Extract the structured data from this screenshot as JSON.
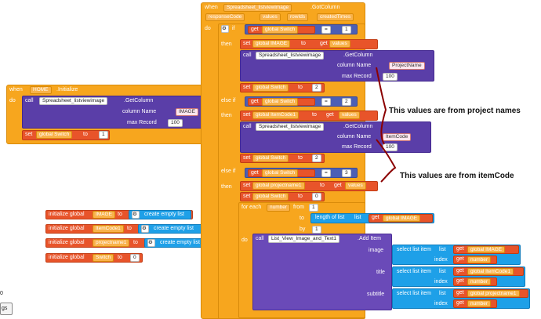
{
  "event": {
    "when": "when",
    "component": "Spreadsheet_listviewimage",
    "event_name": ".GotColumn",
    "params": [
      "responseCode",
      "values",
      "rowIds",
      "createdTimes"
    ],
    "do": "do"
  },
  "if_block": {
    "if": "if",
    "then": "then",
    "else_if": "else if",
    "op_eq": "=",
    "get": "get",
    "set": "set",
    "to": "to",
    "call": "call",
    "column_label": ".GetColumn",
    "column_name_label": "column Name",
    "max_record_label": "max Record"
  },
  "branch1": {
    "cond_var": "global Switch",
    "cond_value": "1",
    "set_var": "global IMAGE",
    "get_var": "values",
    "call_component": "Spreadsheet_listviewimage",
    "column_name": "ProjectName",
    "max_record": "100",
    "switch_var": "global Switch",
    "switch_value": "2"
  },
  "branch2": {
    "cond_var": "global Switch",
    "cond_value": "2",
    "set_var": "global ItemCode1",
    "get_var": "values",
    "call_component": "Spreadsheet_listviewimage",
    "column_name": "ItemCode",
    "max_record": "100",
    "switch_var": "global Switch",
    "switch_value": "2"
  },
  "branch3": {
    "cond_var": "global Switch",
    "cond_value": "3",
    "set_var": "global projectname1",
    "get_var": "values",
    "switch_var": "global Switch",
    "switch_value": "0"
  },
  "loop": {
    "for_each": "for each",
    "var": "number",
    "from": "from",
    "from_value": "1",
    "to": "to",
    "length_label": "length of list",
    "list": "list",
    "list_var": "global IMAGE",
    "by": "by",
    "by_value": "1"
  },
  "add_item": {
    "do": "do",
    "call": "call",
    "component": "List_View_Image_and_Text1",
    "method": ".Add Item",
    "image_label": "image",
    "title_label": "title",
    "subtitle_label": "subtitle",
    "select_label": "select list item",
    "list_label": "list",
    "index_label": "index",
    "image_var": "global IMAGE",
    "title_var": "global ItemCode1",
    "subtitle_var": "global projectname1",
    "index_var": "number"
  },
  "home": {
    "when": "when",
    "component": "HOME",
    "event_name": ".Initialize",
    "do": "do",
    "call": "call",
    "call_component": "Spreadsheet_listviewimage",
    "method": ".GetColumn",
    "column_name_label": "column Name",
    "column_name": "IMAGE",
    "max_record_label": "max Record",
    "max_record": "100",
    "set": "set",
    "set_var": "global Switch",
    "to": "to",
    "value": "1"
  },
  "globals": [
    {
      "label": "initialize global",
      "name": "IMAGE",
      "to": "to",
      "value": "create empty list"
    },
    {
      "label": "initialize global",
      "name": "ItemCode1",
      "to": "to",
      "value": "create empty list"
    },
    {
      "label": "initialize global",
      "name": "projectname1",
      "to": "to",
      "value": "create empty list"
    },
    {
      "label": "initialize global",
      "name": "Switch",
      "to": "to",
      "value": "0"
    }
  ],
  "notes": {
    "note1": "This values are from project names",
    "note2": "This values are from itemCode"
  },
  "corner": {
    "num": "0",
    "label": "gs"
  },
  "colors": {
    "control": "#f7a61e",
    "procedure": "#5a3ea8",
    "variable": "#e8542a",
    "list": "#1ea0e8",
    "annotation_line": "#8b0000"
  }
}
